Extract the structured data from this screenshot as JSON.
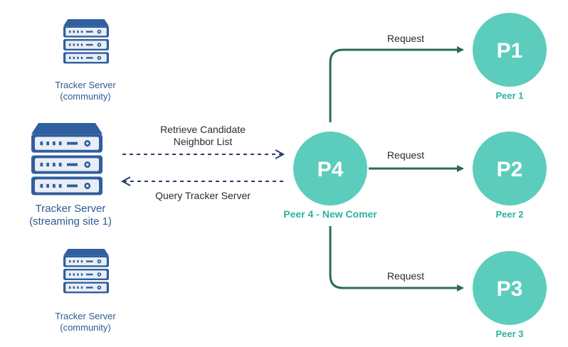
{
  "colors": {
    "server_dark": "#2f5f9e",
    "server_light": "#e9eef6",
    "peer_fill": "#5ccdbc",
    "peer_label": "#2ab3a0",
    "edge_solid": "#2a6a5c",
    "edge_dashed": "#233e6b"
  },
  "servers": [
    {
      "line1": "Tracker Server",
      "line2": "(community)",
      "icon": "server-rack-icon"
    },
    {
      "line1": "Tracker Server",
      "line2": "(streaming site 1)",
      "icon": "server-rack-icon"
    },
    {
      "line1": "Tracker Server",
      "line2": "(community)",
      "icon": "server-rack-icon"
    }
  ],
  "edges": {
    "retrieve_line1": "Retrieve Candidate",
    "retrieve_line2": "Neighbor List",
    "query": "Query Tracker Server",
    "request_1": "Request",
    "request_2": "Request",
    "request_3": "Request"
  },
  "peers": {
    "p4": {
      "node": "P4",
      "label": "Peer 4 - New Comer"
    },
    "p1": {
      "node": "P1",
      "label": "Peer 1"
    },
    "p2": {
      "node": "P2",
      "label": "Peer 2"
    },
    "p3": {
      "node": "P3",
      "label": "Peer 3"
    }
  }
}
